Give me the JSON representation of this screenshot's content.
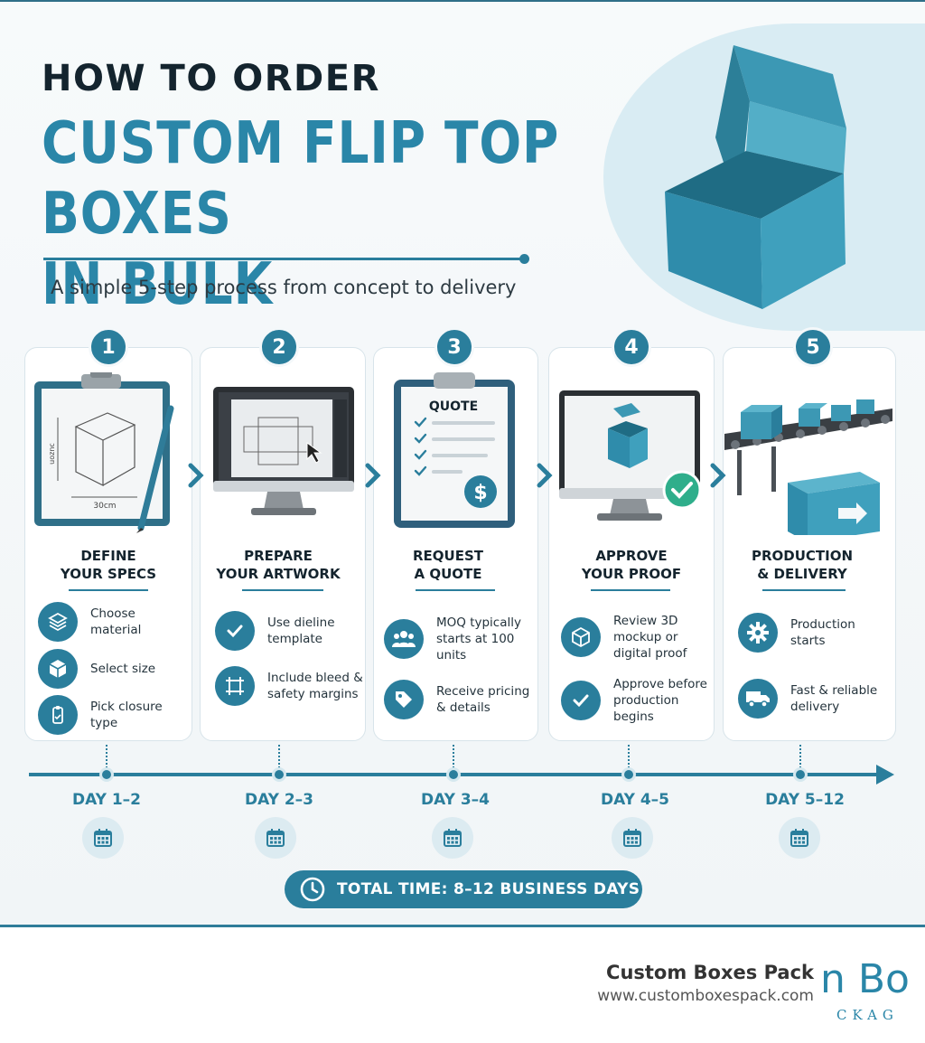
{
  "header": {
    "kicker": "HOW TO ORDER",
    "title_line1": "CUSTOM FLIP TOP BOXES",
    "title_line2": "IN BULK",
    "subtitle": "A simple 5-step process from concept to delivery"
  },
  "colors": {
    "accent": "#2a7e9c",
    "title": "#2a86a8",
    "dark": "#14242e",
    "card_border": "#d8e4ea"
  },
  "steps": [
    {
      "number": "1",
      "title_line1": "DEFINE",
      "title_line2": "YOUR SPECS",
      "illustration": "clipboard-sketch",
      "illus_labels": [
        "uoznc",
        "30cm"
      ],
      "items": [
        {
          "icon": "layers-icon",
          "text": "Choose material"
        },
        {
          "icon": "cube-icon",
          "text": "Select size"
        },
        {
          "icon": "closure-icon",
          "text": "Pick closure type"
        }
      ],
      "day": "DAY 1–2"
    },
    {
      "number": "2",
      "title_line1": "PREPARE",
      "title_line2": "YOUR ARTWORK",
      "illustration": "monitor-dieline",
      "items": [
        {
          "icon": "check-icon",
          "text": "Use dieline template"
        },
        {
          "icon": "crop-icon",
          "text": "Include bleed & safety margins"
        }
      ],
      "day": "DAY 2–3"
    },
    {
      "number": "3",
      "title_line1": "REQUEST",
      "title_line2": "A QUOTE",
      "illustration": "quote-clipboard",
      "illus_labels": [
        "QUOTE"
      ],
      "items": [
        {
          "icon": "users-icon",
          "text": "MOQ typically starts at 100 units"
        },
        {
          "icon": "tag-icon",
          "text": "Receive pricing & details"
        }
      ],
      "day": "DAY 3–4"
    },
    {
      "number": "4",
      "title_line1": "APPROVE",
      "title_line2": "YOUR PROOF",
      "illustration": "monitor-mockup",
      "items": [
        {
          "icon": "box-outline-icon",
          "text": "Review 3D mockup or digital proof"
        },
        {
          "icon": "check-icon",
          "text": "Approve before production begins"
        }
      ],
      "day": "DAY 4–5"
    },
    {
      "number": "5",
      "title_line1": "PRODUCTION",
      "title_line2": "& DELIVERY",
      "illustration": "conveyor-boxes",
      "items": [
        {
          "icon": "gear-icon",
          "text": "Production starts"
        },
        {
          "icon": "truck-icon",
          "text": "Fast & reliable delivery"
        }
      ],
      "day": "DAY 5–12"
    }
  ],
  "total_time": "TOTAL TIME: 8–12 BUSINESS DAYS",
  "footer": {
    "brand_name": "Custom Boxes Pack",
    "brand_url": "www.customboxespack.com",
    "logo_big": "n Bo",
    "logo_small": "CKAG"
  }
}
